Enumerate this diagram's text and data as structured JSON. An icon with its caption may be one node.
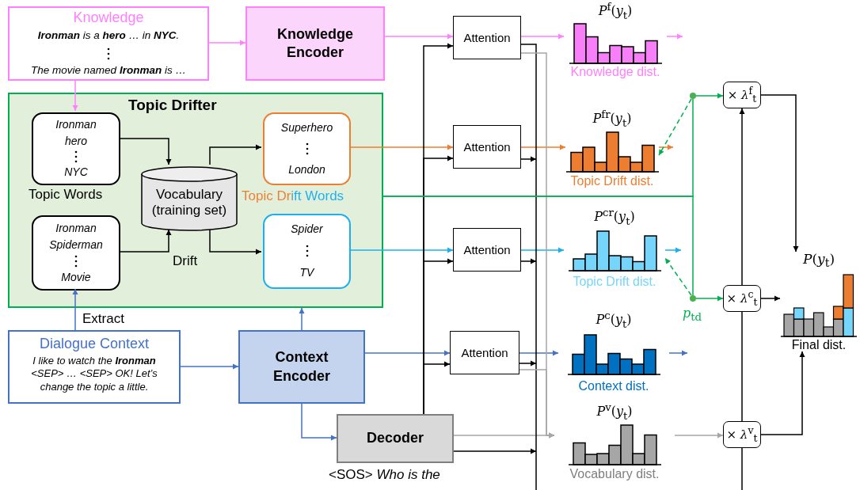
{
  "diagram": {
    "nodes": [
      {
        "text": [
          "Knowledge",
          "**Ironman** is a **hero** … in **NYC**.",
          "The movie named **Ironman** is …"
        ]
      },
      {
        "text": [
          "Knowledge Encoder"
        ]
      },
      {
        "text": [
          "Topic Drifter"
        ]
      },
      {
        "text": [
          "Ironman",
          "hero",
          "NYC"
        ],
        "in": 2
      },
      {
        "text": [
          "Ironman",
          "Spiderman",
          "Movie"
        ],
        "in": 2
      },
      {
        "text": [
          "Vocabulary (training set)"
        ],
        "in": 2
      },
      {
        "text": [
          "Superhero",
          "London"
        ],
        "in": 2
      },
      {
        "text": [
          "Spider",
          "TV"
        ],
        "in": 2
      },
      {
        "text": [
          "Dialogue Context",
          "I like to watch the **Ironman** <SEP> … <SEP> OK! Let’s change the topic a little."
        ]
      },
      {
        "text": [
          "Context Encoder"
        ]
      },
      {
        "text": [
          "Decoder"
        ],
        "beside": [
          "<SOS> *Who is the*"
        ]
      },
      {
        "text": [
          "Attention"
        ]
      },
      {
        "text": [
          "Attention"
        ]
      },
      {
        "text": [
          "Attention"
        ]
      },
      {
        "text": [
          "Attention"
        ]
      },
      {
        "text": [
          "*P*$^{f}$(*y*$_{t}$)",
          "Knowledge dist."
        ]
      },
      {
        "text": [
          "*P*$^{fr}$(*y*$_{t}$)",
          "Topic Drift dist."
        ]
      },
      {
        "text": [
          "*P*$^{cr}$(*y*$_{t}$)",
          "Topic Drift dist."
        ]
      },
      {
        "text": [
          "*P*$^{c}$(*y*$_{t}$)",
          "Context dist."
        ]
      },
      {
        "text": [
          "*P*$^{v}$(*y*$_{t}$)",
          "Vocabulary dist."
        ]
      },
      {
        "text": [
          "× *λ*$^{f}$$_{t}$"
        ]
      },
      {
        "text": [
          "× *λ*$^{c}$$_{t}$"
        ]
      },
      {
        "text": [
          "× *λ*$^{v}$$_{t}$"
        ]
      },
      {
        "text": [
          "*P*(*y*$_{t}$)",
          "Final dist."
        ]
      },
      {
        "text": [],
        "shape": "circle"
      },
      {
        "text": [],
        "shape": "circle"
      }
    ],
    "edges": [
      {
        "from": 0,
        "to": 1,
        "arrow": "to",
        "color": "#ff80ff"
      },
      {
        "from": 0,
        "to": 3,
        "arrow": "to",
        "color": "#ff80ff"
      },
      {
        "from": 3,
        "to": 5,
        "arrow": "to"
      },
      {
        "from": 4,
        "to": 5,
        "arrow": "to"
      },
      {
        "from": 5,
        "to": 6,
        "arrow": "to"
      },
      {
        "from": 5,
        "to": 7,
        "arrow": "to"
      },
      {
        "from": 8,
        "to": 4,
        "arrow": "to",
        "label": "Extract",
        "color": "#4472c4"
      },
      {
        "from": 8,
        "to": 9,
        "arrow": "to",
        "color": "#4472c4"
      },
      {
        "from": 9,
        "to": 2,
        "arrow": "to",
        "color": "#4472c4"
      },
      {
        "from": 9,
        "to": 10,
        "arrow": "to",
        "color": "#4472c4"
      },
      {
        "from": 9,
        "to": 14,
        "arrow": "to",
        "color": "#4472c4"
      },
      {
        "from": 1,
        "to": 11,
        "arrow": "to",
        "color": "#ff80ff"
      },
      {
        "from": 6,
        "to": 12,
        "arrow": "to",
        "color": "#ed7d31"
      },
      {
        "from": 7,
        "to": 13,
        "arrow": "to",
        "color": "#1ab0ef"
      },
      {
        "from": 11,
        "to": 15,
        "arrow": "to",
        "color": "#ff80ff"
      },
      {
        "from": 12,
        "to": 16,
        "arrow": "to",
        "color": "#ed7d31"
      },
      {
        "from": 13,
        "to": 17,
        "arrow": "to",
        "color": "#1ab0ef"
      },
      {
        "from": 14,
        "to": 18,
        "arrow": "to",
        "color": "#4472c4"
      },
      {
        "from": 10,
        "to": 19,
        "arrow": "to",
        "color": "#a6a6a6"
      },
      {
        "from": 15,
        "to": null,
        "arrow": "to",
        "color": "#ff80ff"
      },
      {
        "from": 16,
        "to": null,
        "arrow": "to",
        "color": "#ed7d31"
      },
      {
        "from": 17,
        "to": null,
        "arrow": "to",
        "color": "#1ab0ef"
      },
      {
        "from": 18,
        "to": null,
        "arrow": "to",
        "color": "#4472c4"
      },
      {
        "from": 19,
        "to": 22,
        "arrow": "to",
        "color": "#a6a6a6"
      },
      {
        "from": 10,
        "to": 11,
        "arrow": "to"
      },
      {
        "from": 10,
        "to": 12,
        "arrow": "to"
      },
      {
        "from": 10,
        "to": 13,
        "arrow": "to"
      },
      {
        "from": 10,
        "to": 14,
        "arrow": "to"
      },
      {
        "from": 11,
        "to": null,
        "arrow": "none"
      },
      {
        "from": 12,
        "to": null,
        "arrow": "to"
      },
      {
        "from": 13,
        "to": null,
        "arrow": "to"
      },
      {
        "from": 14,
        "to": null,
        "arrow": "to"
      },
      {
        "from": 10,
        "to": null,
        "arrow": "to"
      },
      {
        "from": 11,
        "to": 19,
        "arrow": "to",
        "color": "#a6a6a6"
      },
      {
        "from": 14,
        "to": 19,
        "arrow": "to",
        "color": "#a6a6a6"
      },
      {
        "from": 2,
        "to": 24,
        "arrow": "none",
        "color": "#00b050"
      },
      {
        "from": 2,
        "to": 25,
        "arrow": "none",
        "color": "#00b050"
      },
      {
        "from": 24,
        "to": 20,
        "arrow": "to",
        "color": "#00b050"
      },
      {
        "from": 25,
        "to": 21,
        "arrow": "to",
        "color": "#00b050"
      },
      {
        "from": 24,
        "to": 16,
        "arrow": "to",
        "style": "dashed",
        "color": "#00b050"
      },
      {
        "from": 25,
        "to": 17,
        "arrow": "to",
        "style": "dashed",
        "color": "#00b050"
      },
      {
        "from": null,
        "to": 22,
        "arrow": "none"
      },
      {
        "from": 22,
        "to": 21,
        "arrow": "none"
      },
      {
        "from": 21,
        "to": 20,
        "arrow": "to"
      },
      {
        "from": 20,
        "to": 23,
        "arrow": "to"
      },
      {
        "from": 21,
        "to": 23,
        "arrow": "to"
      },
      {
        "from": 22,
        "to": 23,
        "arrow": "to"
      }
    ],
    "labels": [
      "Topic Words",
      "Topic Drift Words",
      "Drift",
      "*p*$_{td}$"
    ]
  }
}
